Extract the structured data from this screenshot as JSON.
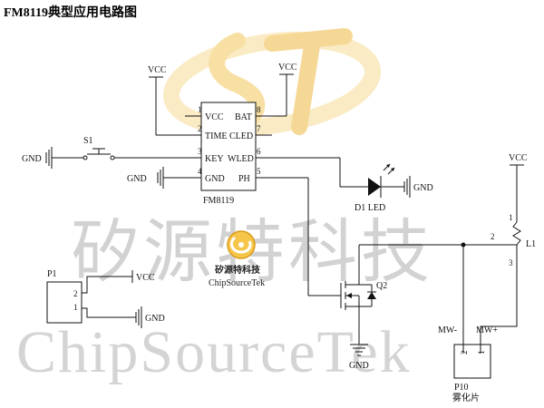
{
  "title": "FM8119典型应用电路图",
  "watermark": {
    "chinese": "矽源特科技",
    "english": "ChipSourceTek",
    "logo_colors": [
      "#f6d98a",
      "#f2c24a",
      "#f0b030"
    ]
  },
  "badge": {
    "chinese": "矽源特科技",
    "english": "ChipSourceTek"
  },
  "ic": {
    "name": "FM8119",
    "left_pins": [
      {
        "num": "1",
        "name": "VCC"
      },
      {
        "num": "2",
        "name": "TIME"
      },
      {
        "num": "3",
        "name": "KEY"
      },
      {
        "num": "4",
        "name": "GND"
      }
    ],
    "right_pins": [
      {
        "num": "8",
        "name": "BAT"
      },
      {
        "num": "7",
        "name": "CLED"
      },
      {
        "num": "6",
        "name": "WLED"
      },
      {
        "num": "5",
        "name": "PH"
      }
    ]
  },
  "labels": {
    "vcc_top_left": "VCC",
    "vcc_top_right": "VCC",
    "vcc_right": "VCC",
    "vcc_p1": "VCC",
    "gnd_switch": "GND",
    "gnd_ic": "GND",
    "gnd_led": "GND",
    "gnd_p1": "GND",
    "gnd_q2": "GND",
    "switch": "S1",
    "led": "D1 LED",
    "transistor": "Q2",
    "inductor": "L1",
    "p1": "P1",
    "p1_pin2": "2",
    "p1_pin1": "1",
    "p10": "P10",
    "p10_pin2": "2",
    "p10_pin1": "1",
    "p10_desc": "雾化片",
    "mw_minus": "MW-",
    "mw_plus": "MW+",
    "l1_pin1": "1",
    "l1_pin2": "2",
    "l1_pin3": "3"
  }
}
